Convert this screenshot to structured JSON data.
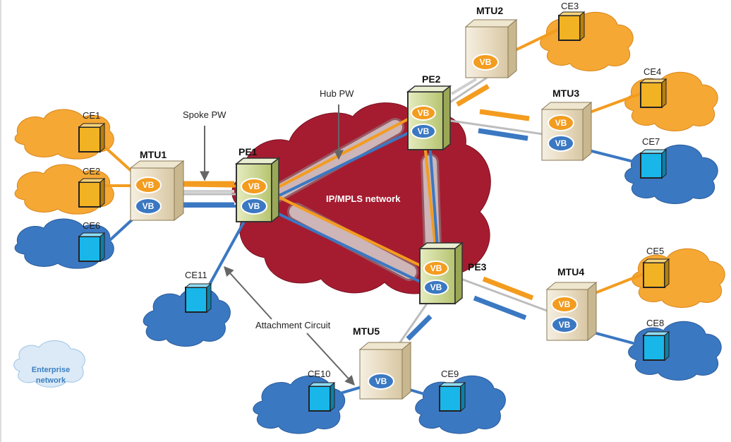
{
  "network": {
    "core_label": "IP/MPLS network",
    "legend": [
      "Enterprise",
      "network"
    ]
  },
  "annotations": {
    "spoke_pw": "Spoke PW",
    "hub_pw": "Hub PW",
    "attachment_circuit": "Attachment Circuit"
  },
  "pe": {
    "pe1": "PE1",
    "pe2": "PE2",
    "pe3": "PE3"
  },
  "mtu": {
    "mtu1": "MTU1",
    "mtu2": "MTU2",
    "mtu3": "MTU3",
    "mtu4": "MTU4",
    "mtu5": "MTU5"
  },
  "ce": {
    "ce1": "CE1",
    "ce2": "CE2",
    "ce3": "CE3",
    "ce4": "CE4",
    "ce5": "CE5",
    "ce6": "CE6",
    "ce7": "CE7",
    "ce8": "CE8",
    "ce9": "CE9",
    "ce10": "CE10",
    "ce11": "CE11"
  },
  "vb_label": "VB",
  "colors": {
    "orange": "#f39c1f",
    "blue": "#3b78c2",
    "core": "#a51c30",
    "cloud_orange": "#f5a834",
    "cloud_blue": "#3b78c2"
  }
}
